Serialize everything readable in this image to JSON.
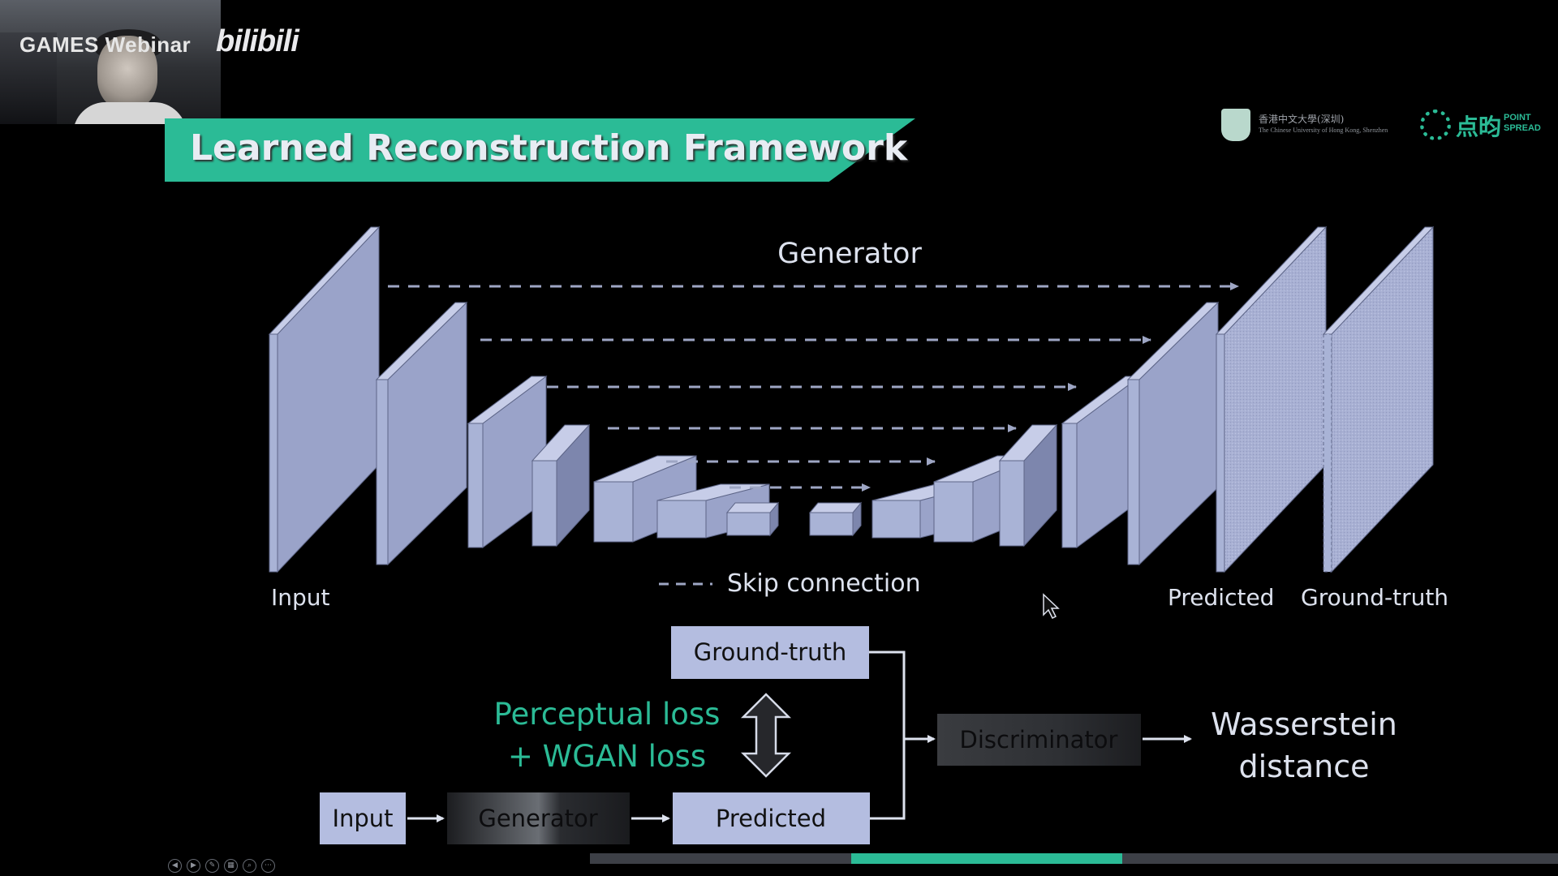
{
  "overlay": {
    "webcam_caption": "GAMES Webinar",
    "watermark": "bilibili"
  },
  "slide": {
    "title": "Learned Reconstruction Framework"
  },
  "logos": {
    "cuhk_name_cn": "香港中文大學(深圳)",
    "cuhk_name_en": "The Chinese University of Hong Kong, Shenzhen",
    "pointspread_cn": "点昀",
    "pointspread_en": "POINT SPREAD"
  },
  "unet": {
    "generator_label": "Generator",
    "input_label": "Input",
    "predicted_label": "Predicted",
    "ground_truth_label": "Ground-truth",
    "skip_connection_label": "Skip connection"
  },
  "pipeline": {
    "input_box": "Input",
    "generator_box": "Generator",
    "predicted_box": "Predicted",
    "ground_truth_box": "Ground-truth",
    "discriminator_box": "Discriminator",
    "loss_line1": "Perceptual loss",
    "loss_line2": "+ WGAN loss",
    "output_line1": "Wasserstein",
    "output_line2": "distance"
  },
  "playback": {
    "progress_start": 0.27,
    "progress_end": 0.55
  },
  "colors": {
    "accent": "#2bbb96",
    "block_front": "#a9b3d6",
    "block_top": "#c7cde8",
    "block_side": "#7d86ad"
  }
}
